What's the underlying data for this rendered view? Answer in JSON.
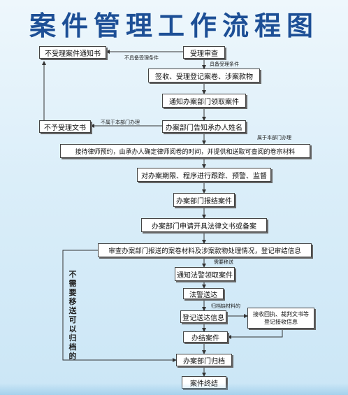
{
  "title": "案件管理工作流程图",
  "boxes": {
    "reject_notice": "不受理案件通知书",
    "review": "受理审查",
    "sign_register": "签收、受理登记案卷、涉案款物",
    "notify_dept": "通知办案部门领取案件",
    "not_accept_doc": "不予受理文书",
    "dept_notify": "办案部门告知承办人姓名",
    "lawyer_reception": "接待律师预约，由承办人确定律师阅卷的时间，并提供和送取可查阅的卷宗材料",
    "supervise": "对办案期限、程序进行跟踪、预警、监督",
    "report_close": "办案部门报结案件",
    "apply_docs": "办案部门申请开具法律文书或备案",
    "review_materials": "审查办案部门报送的案卷材料及涉案款物处理情况，登记审结信息",
    "notify_police": "通知法警领取案件",
    "police_deliver": "法警送达",
    "register_delivery": "登记送达信息",
    "receive_receipt": "接收回执、裁判文书等登记接收信息",
    "close_case": "办结案件",
    "archive": "办案部门归档",
    "case_end": "案件终结"
  },
  "notes": {
    "not_meet": "不具备受理条件",
    "meet": "具备受理条件",
    "not_dept": "不属于本部门办理",
    "is_dept": "属于本部门办理",
    "need_transfer": "需要移送",
    "archive_receipt": "归档缺材料的",
    "no_transfer": "不需要移送可以归档的"
  }
}
